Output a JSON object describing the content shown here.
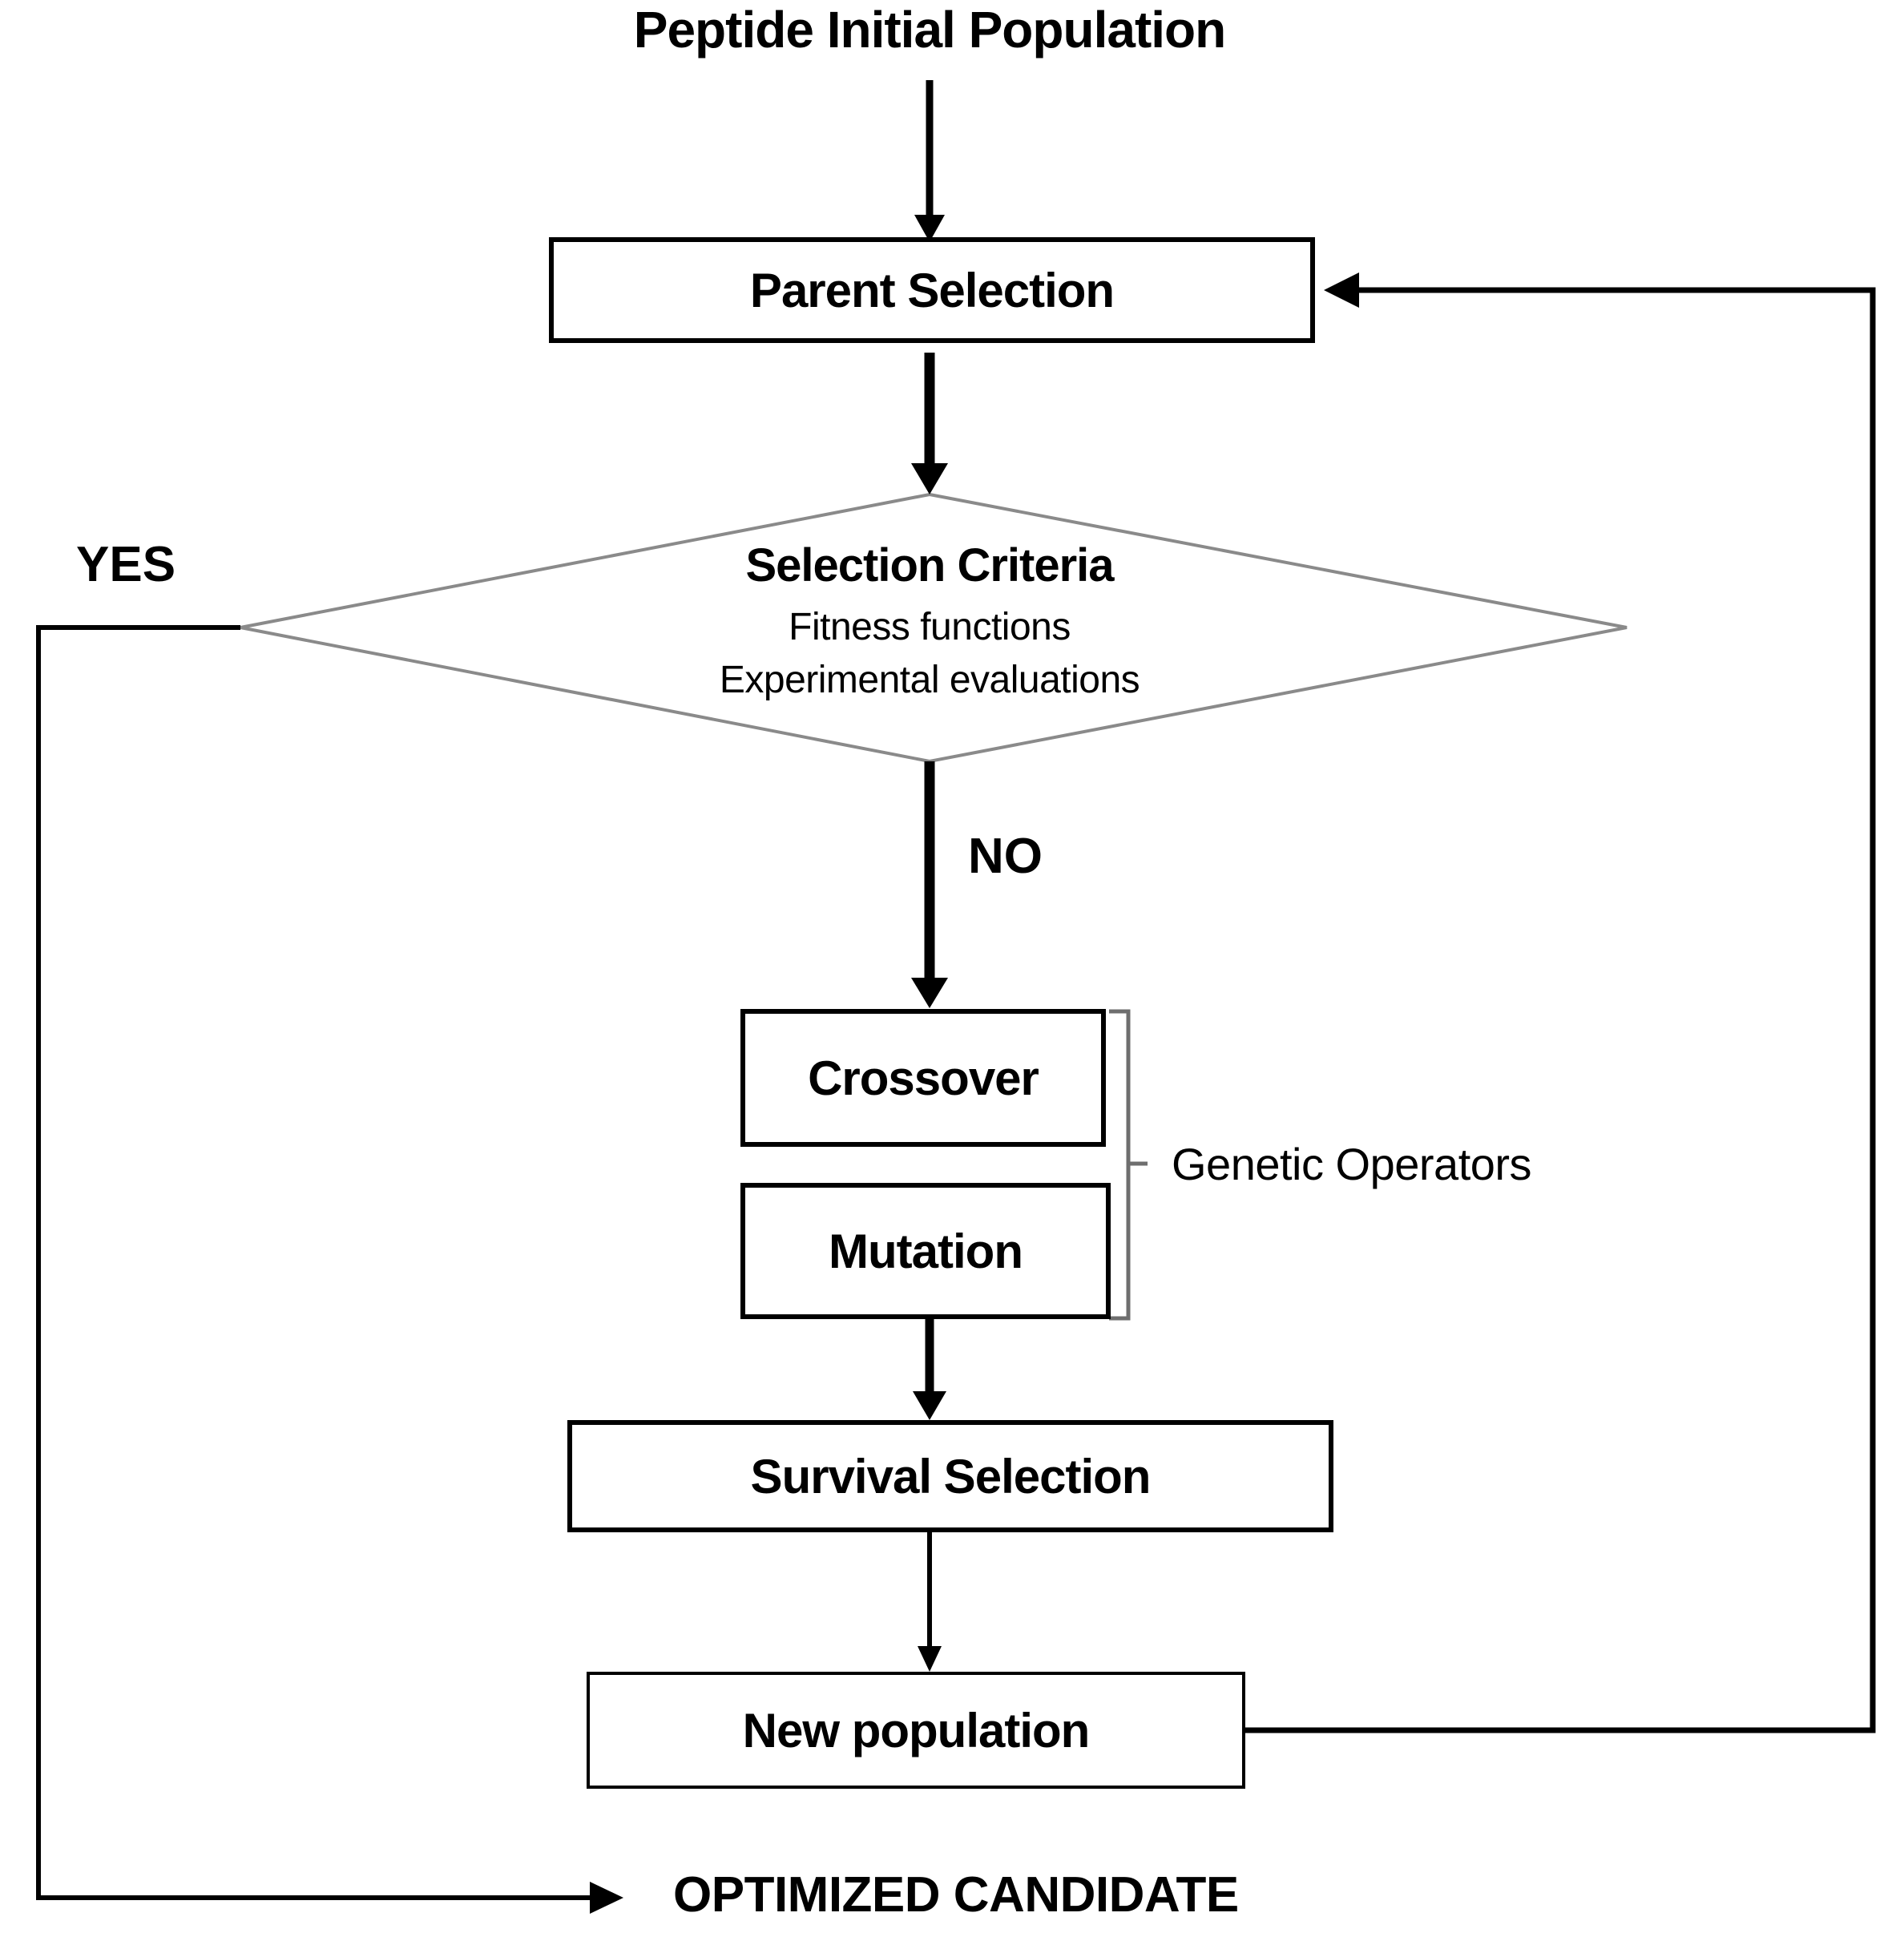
{
  "diagram": {
    "title": "Peptide Initial Population",
    "nodes": {
      "parent_selection": "Parent Selection",
      "selection_criteria": "Selection Criteria",
      "selection_criteria_sub1": "Fitness functions",
      "selection_criteria_sub2": "Experimental evaluations",
      "crossover": "Crossover",
      "mutation": "Mutation",
      "survival_selection": "Survival Selection",
      "new_population": "New population"
    },
    "branches": {
      "yes": "YES",
      "no": "NO"
    },
    "annotations": {
      "genetic_operators": "Genetic Operators"
    },
    "output": "OPTIMIZED CANDIDATE",
    "colors": {
      "background": "#ffffff",
      "text": "#000000",
      "line": "#000000",
      "diamond_stroke": "#8a8a8a",
      "bracket": "#6e6e6e"
    }
  }
}
